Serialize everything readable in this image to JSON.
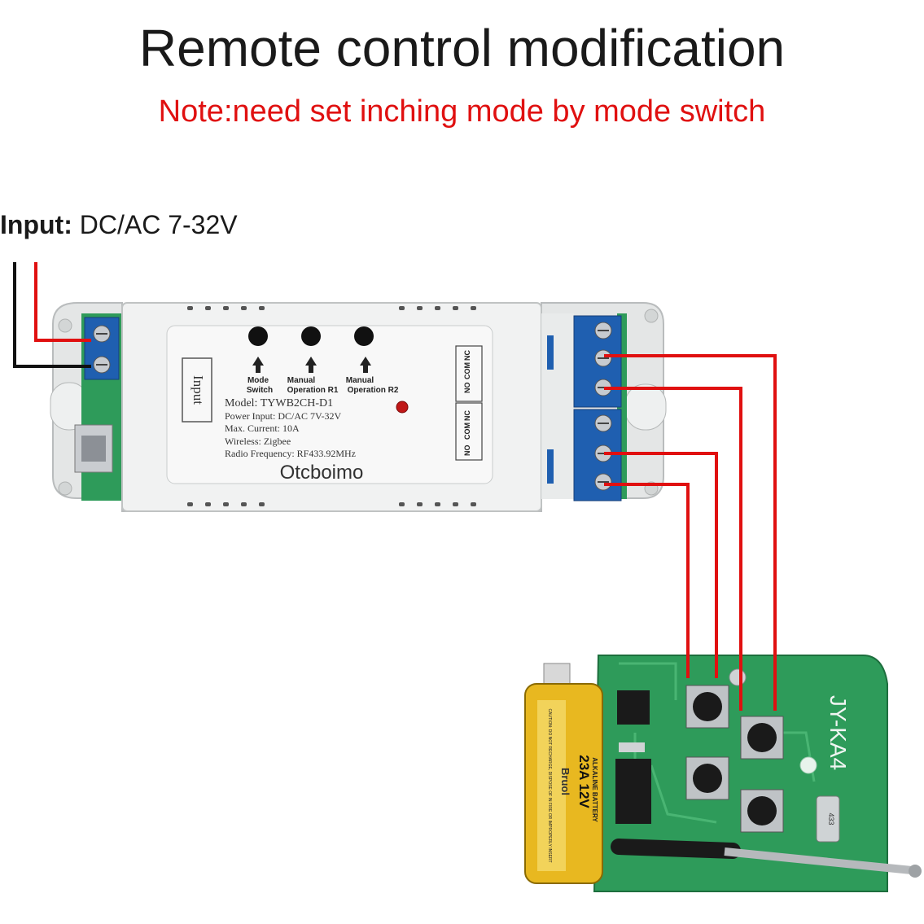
{
  "header": {
    "title": "Remote control modification",
    "note": "Note:need set inching mode by mode switch"
  },
  "input": {
    "label": "Input:",
    "value": "DC/AC 7-32V"
  },
  "relay_module": {
    "input_tag": "Input",
    "buttons": [
      {
        "line1": "Mode",
        "line2": "Switch"
      },
      {
        "line1": "Manual",
        "line2": "Operation R1"
      },
      {
        "line1": "Manual",
        "line2": "Operation R2"
      }
    ],
    "model": "Model:  TYWB2CH-D1",
    "power_input": "Power Input:  DC/AC 7V-32V",
    "max_current": "Max. Current:  10A",
    "wireless": "Wireless:  Zigbee",
    "radio_frequency": "Radio Frequency:  RF433.92MHz",
    "brand": "Otcboimo",
    "terminal_labels_top": [
      "NO",
      "COM",
      "NC"
    ],
    "terminal_labels_bottom": [
      "NO",
      "COM",
      "NC"
    ]
  },
  "remote_board": {
    "board_label": "JY-KA4",
    "battery_brand": "Bruol",
    "battery_model": "23A 12V",
    "battery_type": "ALKALINE BATTERY",
    "battery_warning": "CAUTION: DO NOT RECHARGE, DISPOSE OF IN FIRE OR IMPROPERLY INSERT",
    "crystal_label": "433"
  },
  "colors": {
    "wire_red": "#e01010",
    "wire_black": "#111111",
    "terminal_blue": "#1f5fb0",
    "pcb_green": "#2e9b5a",
    "relay_body": "#f1f2f2"
  }
}
